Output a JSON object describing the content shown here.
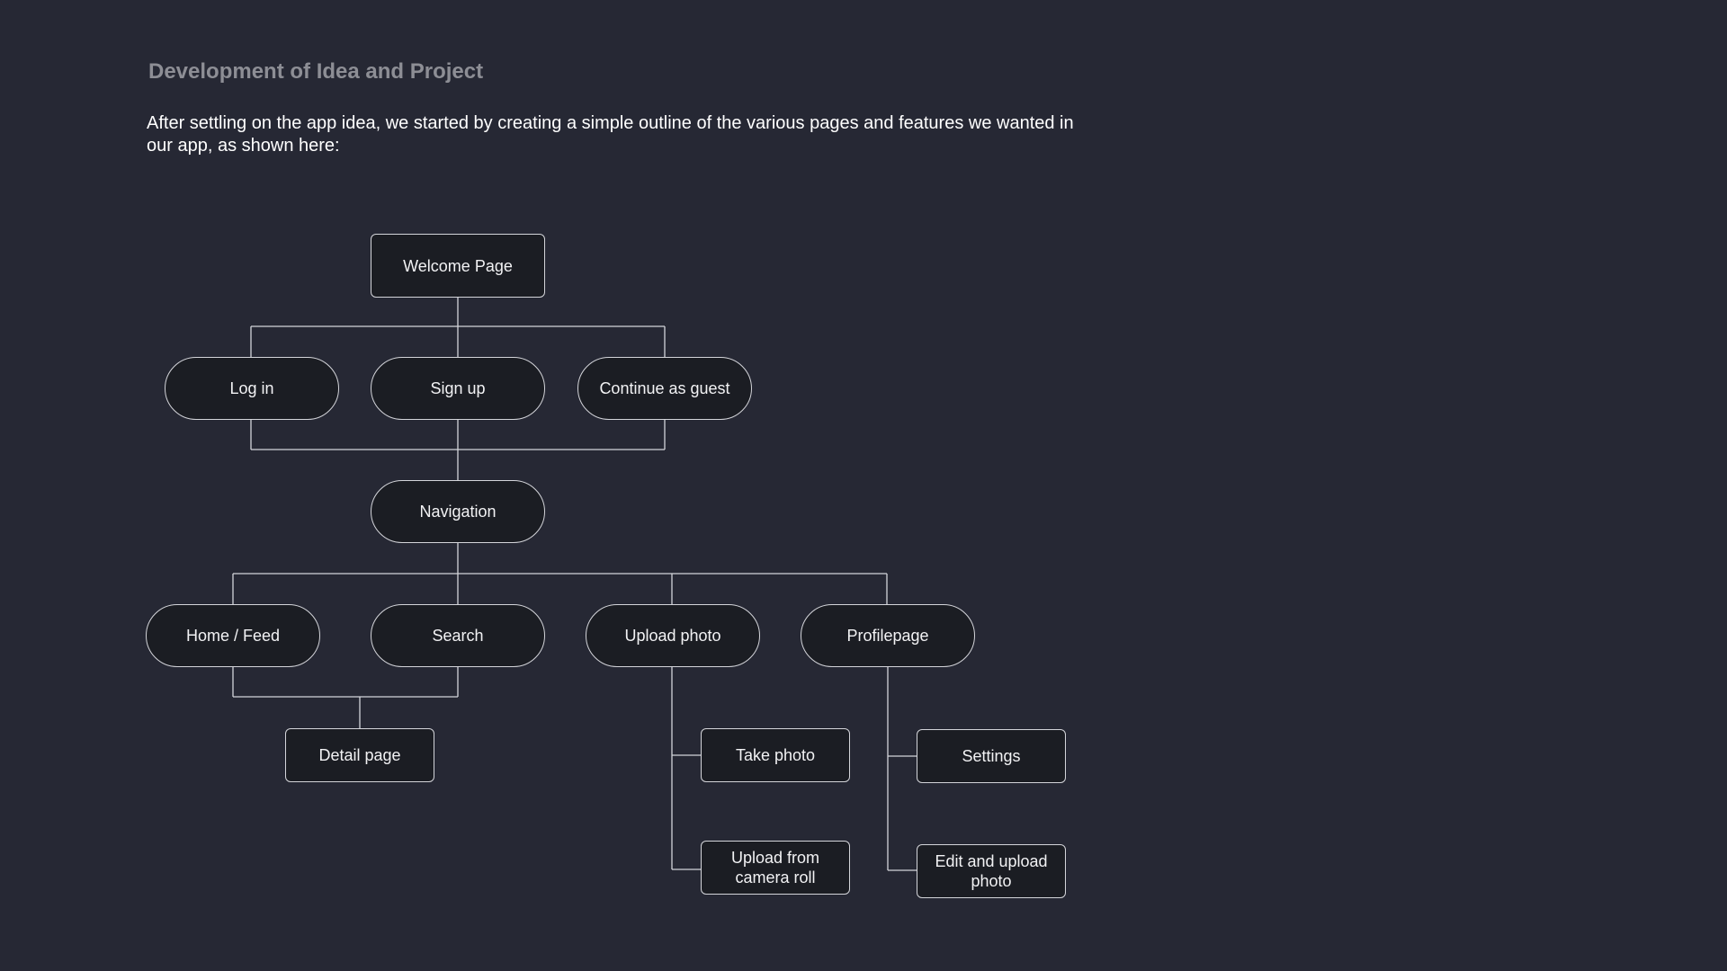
{
  "heading": "Development of Idea and Project",
  "intro": "After settling on the app idea, we started by creating a simple outline of the various pages and features we wanted in our app, as shown here:",
  "colors": {
    "background": "#262834",
    "node_fill": "#1b1d23",
    "line": "#d4d5da",
    "heading": "#8d8e95"
  },
  "nodes": {
    "welcome": "Welcome Page",
    "login": "Log in",
    "signup": "Sign up",
    "guest": "Continue as guest",
    "navigation": "Navigation",
    "home": "Home / Feed",
    "search": "Search",
    "upload": "Upload photo",
    "profile": "Profilepage",
    "detail": "Detail page",
    "take_photo": "Take photo",
    "upload_camera": "Upload from camera roll",
    "settings": "Settings",
    "edit_upload": "Edit and upload photo"
  },
  "edges": [
    [
      "welcome",
      "login"
    ],
    [
      "welcome",
      "signup"
    ],
    [
      "welcome",
      "guest"
    ],
    [
      "login",
      "navigation"
    ],
    [
      "signup",
      "navigation"
    ],
    [
      "guest",
      "navigation"
    ],
    [
      "navigation",
      "home"
    ],
    [
      "navigation",
      "search"
    ],
    [
      "navigation",
      "upload"
    ],
    [
      "navigation",
      "profile"
    ],
    [
      "home",
      "detail"
    ],
    [
      "search",
      "detail"
    ],
    [
      "upload",
      "take_photo"
    ],
    [
      "upload",
      "upload_camera"
    ],
    [
      "profile",
      "settings"
    ],
    [
      "profile",
      "edit_upload"
    ]
  ]
}
